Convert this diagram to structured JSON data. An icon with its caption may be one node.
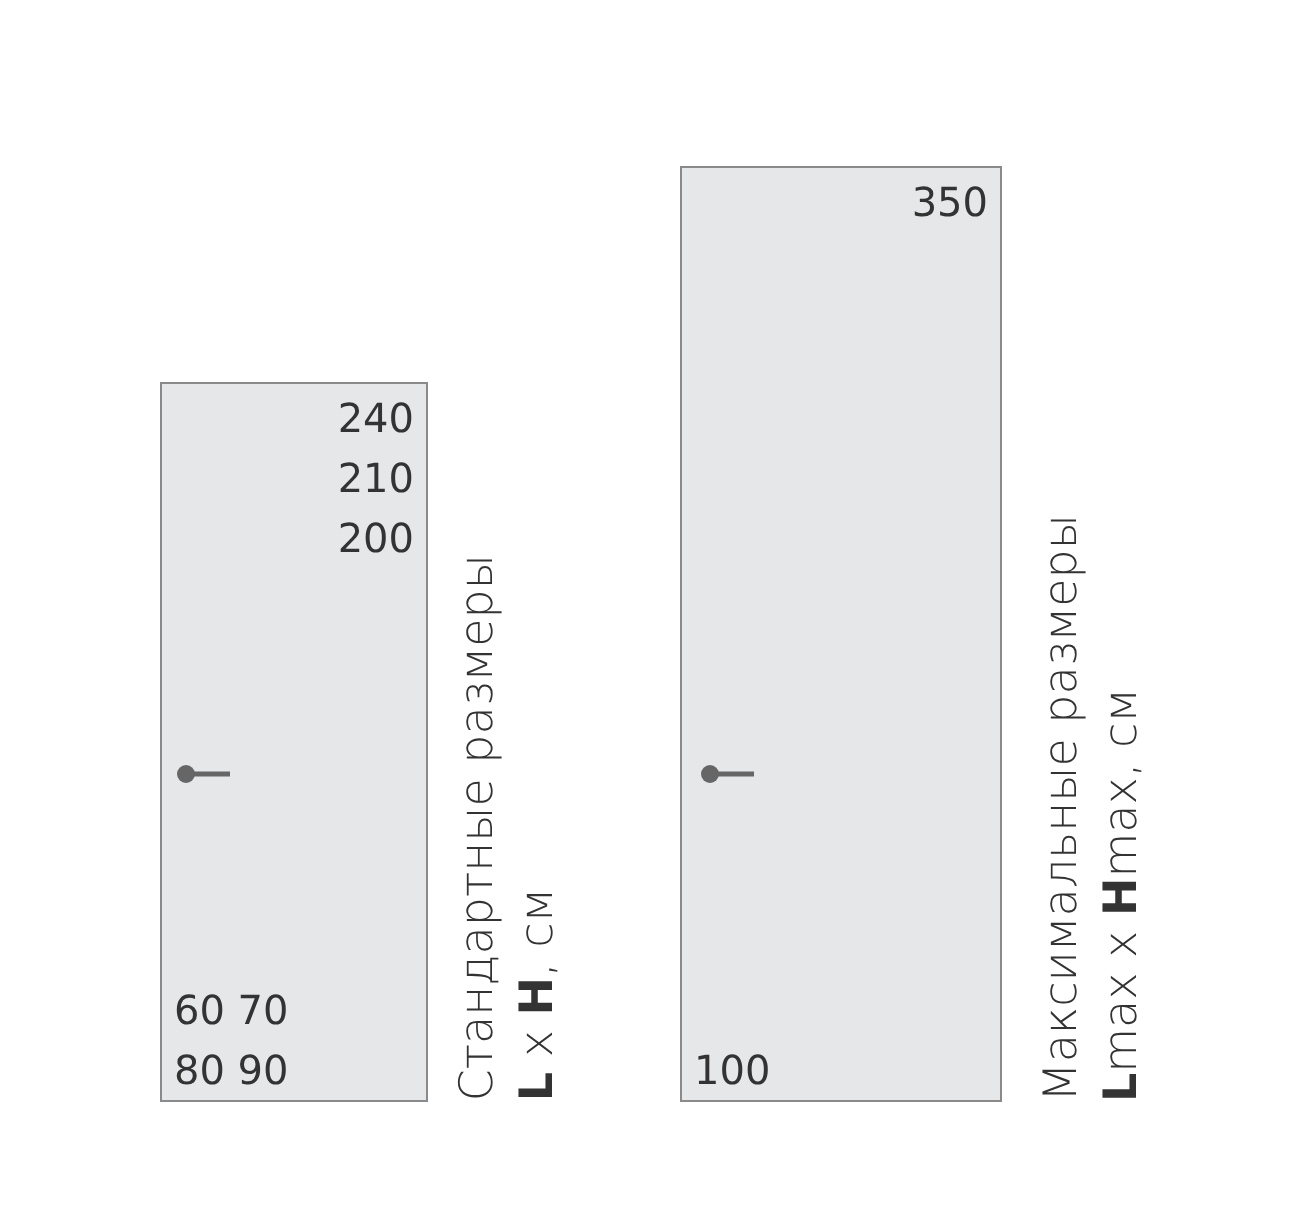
{
  "diagram": {
    "nodes": [
      {
        "text": [
          "240",
          "210",
          "200",
          "60 70",
          "80 90"
        ],
        "beside": [
          "Стандартные размеры",
          "**L** x **H**, см"
        ]
      },
      {
        "text": [
          "350",
          "100"
        ],
        "beside": [
          "Максимальные размеры",
          "**L**max x **H**max, см"
        ]
      }
    ]
  }
}
